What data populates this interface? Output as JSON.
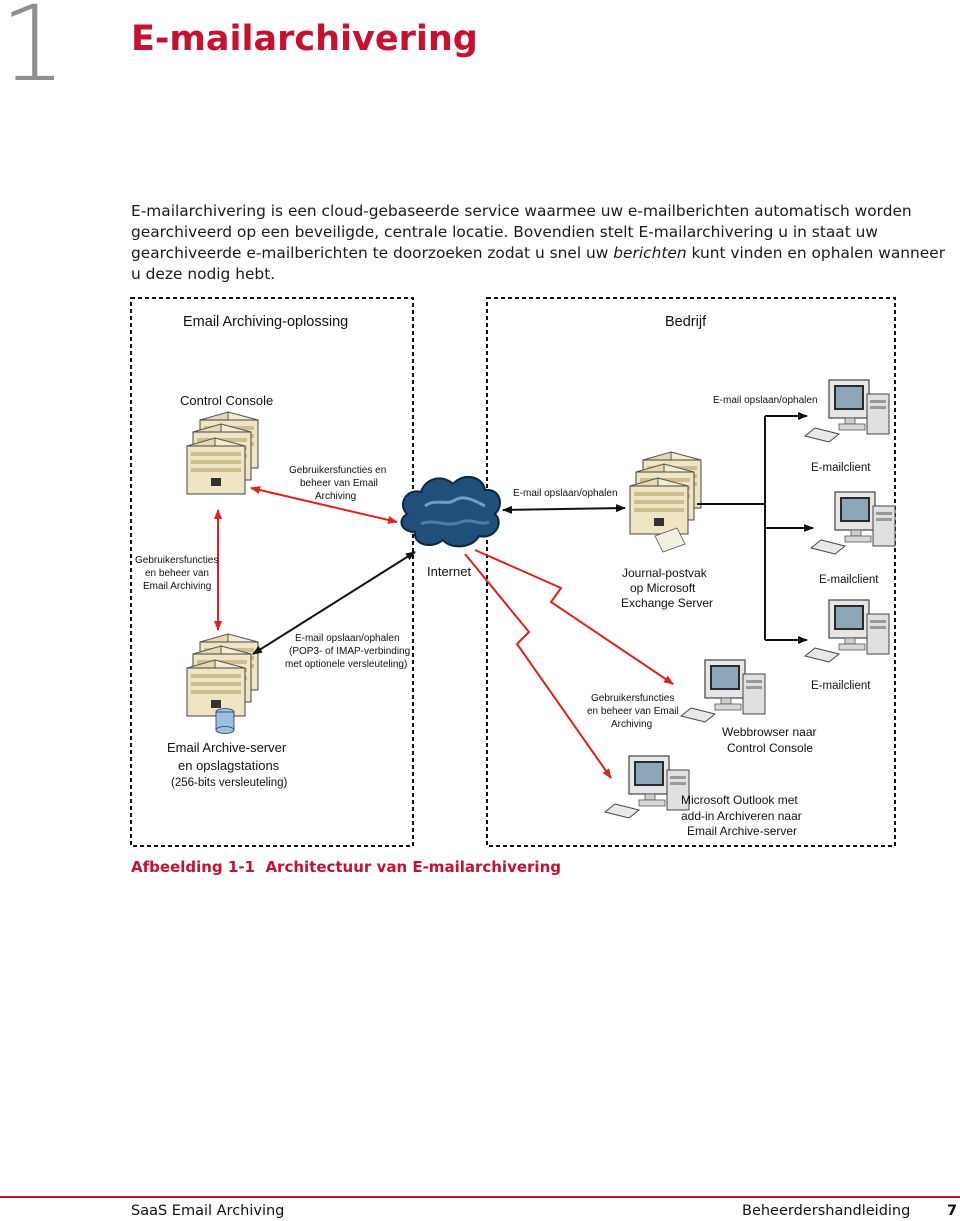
{
  "chapter": {
    "number": "1",
    "title": "E-mailarchivering"
  },
  "intro": {
    "part1": "E-mailarchivering is een cloud-gebaseerde service waarmee uw e-mailberichten automatisch worden gearchiveerd op een beveiligde, centrale locatie. Bovendien stelt E-mailarchivering u in staat uw gearchiveerde e-mailberichten te doorzoeken zodat u snel uw ",
    "emph": "berichten",
    "part2": " kunt vinden en ophalen wanneer u deze nodig hebt."
  },
  "diagram": {
    "left_box_title": "Email Archiving-oplossing",
    "right_box_title": "Bedrijf",
    "control_console": "Control Console",
    "label_cc_internet": [
      "Gebruikersfuncties en",
      "beheer van Email",
      "Archiving"
    ],
    "label_cc_server": [
      "Gebruikersfuncties",
      "en beheer van",
      "Email Archiving"
    ],
    "label_internet_server": [
      "E-mail opslaan/ophalen",
      "(POP3- of IMAP-verbinding",
      "met optionele versleuteling)"
    ],
    "archive_server": [
      "Email Archive-server",
      "en opslagstations",
      "(256-bits versleuteling)"
    ],
    "internet": "Internet",
    "label_internet_exchange": "E-mail opslaan/ophalen",
    "exchange": [
      "Journal-postvak",
      "op Microsoft",
      "Exchange Server"
    ],
    "label_exchange_clients": "E-mail opslaan/ophalen",
    "email_client_1": "E-mailclient",
    "email_client_2": "E-mailclient",
    "email_client_3": "E-mailclient",
    "label_browser": [
      "Gebruikersfuncties",
      "en beheer van Email",
      "Archiving"
    ],
    "webbrowser": [
      "Webbrowser naar",
      "Control Console"
    ],
    "outlook": [
      "Microsoft Outlook met",
      "add-in Archiveren naar",
      "Email Archive-server"
    ]
  },
  "caption": {
    "label": "Afbeelding 1-1",
    "text": "Architectuur van E-mailarchivering"
  },
  "footer": {
    "left": "SaaS Email Archiving",
    "right": "Beheerdershandleiding",
    "page": "7"
  },
  "colors": {
    "accent": "#c41230",
    "arrow_red": "#e0201e",
    "cloud": "#1f4f7a"
  }
}
